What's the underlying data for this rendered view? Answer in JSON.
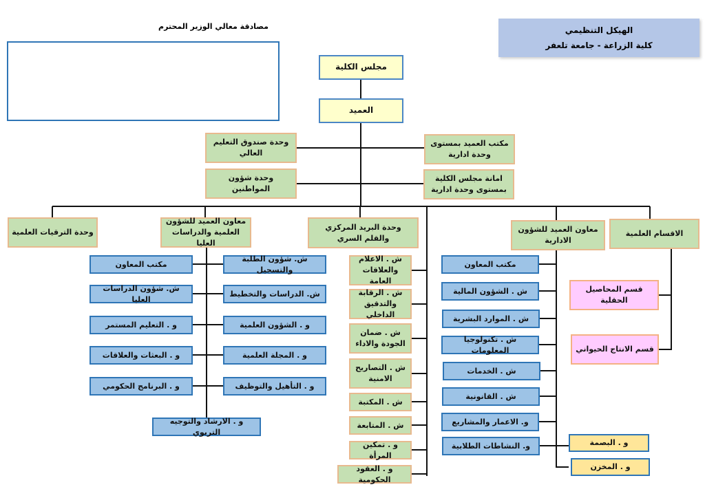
{
  "title": {
    "line1": "الهيكل التنظيمي",
    "line2": "كلية الزراعة - جامعة تلعفر"
  },
  "approval": {
    "label": "مصادقة معالي الوزير المحترم"
  },
  "top": {
    "council": "مجلس الكلية",
    "dean": "العميد"
  },
  "dean_units": {
    "fund": "وحدة صندوق التعليم العالي",
    "citizens": "وحدة شؤون المواطنين",
    "dean_office": "مكتب العميد بمستوى وحدة ادارية",
    "secretariat": "امانة مجلس الكلية بمستوى وحدة ادارية"
  },
  "level2": {
    "promotions": "وحدة الترقيات العلمية",
    "sci_vp": "معاون العميد للشؤون العلمية والدراسات العليا",
    "mail": "وحدة البريد المركزي والقلم السري",
    "admin_vp": "معاون العميد للشؤون الادارية",
    "departments": "الاقسام العلمية"
  },
  "sci_left": [
    "مكتب المعاون",
    "ش. شؤون الدراسات العليا",
    "و . التعليم المستمر",
    "و . البعثات والعلاقات",
    "و . البرنامج الحكومي"
  ],
  "sci_right": [
    "ش. شؤون الطلبة والتسجيل",
    "ش. الدراسات والتخطيط",
    "و . الشؤون العلمية",
    "و . المجلة العلمية",
    "و . التأهيل والتوظيف"
  ],
  "sci_bottom": "و . الارشاد والتوجيه التربوي",
  "green_column": [
    "ش . الاعلام والعلاقات العامة",
    "ش . الرقابة والتدقيق الداخلي",
    "ش . ضمان الجودة والاداء",
    "ش . التصاريح الامنية",
    "ش . المكتبة",
    "ش . المتابعة",
    "و . تمكين المرأة",
    "و . العقود الحكومية"
  ],
  "admin_units": [
    "مكتب المعاون",
    "ش . الشؤون المالية",
    "ش . الموارد البشرية",
    "ش . تكنولوجيا المعلومات",
    "ش . الخدمات",
    "ش . القانونية",
    "و. الاعمار والمشاريع",
    "و. النشاطات الطلابية"
  ],
  "admin_sub": [
    "و . البصمة",
    "و . المخزن"
  ],
  "dept_list": [
    "قسم المحاصيل الحقلية",
    "قسم الانتاج الحيواني"
  ]
}
